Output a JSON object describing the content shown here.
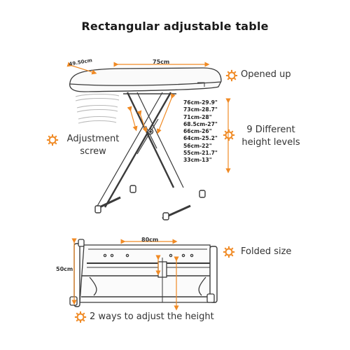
{
  "title": "Rectangular adjustable table",
  "dimensions": {
    "top_width": "75cm",
    "top_depth": "49.50cm",
    "folded_width": "80cm",
    "folded_depth": "50cm"
  },
  "callouts": {
    "opened": "Opened up",
    "adjustment_line1": "Adjustment",
    "adjustment_line2": "screw",
    "levels_line1": "9 Different",
    "levels_line2": "height levels",
    "folded": "Folded size",
    "two_ways": "2 ways to adjust the height"
  },
  "height_levels": [
    "76cm-29.9\"",
    "73cm-28.7\"",
    "71cm-28\"",
    "68.5cm-27\"",
    "66cm-26\"",
    "64cm-25.2\"",
    "56cm-22\"",
    "55cm-21.7\"",
    "33cm-13\""
  ],
  "colors": {
    "accent": "#f08a24",
    "line": "#3a3a3a",
    "text": "#222222"
  },
  "icons": {
    "gear": "gear-icon"
  }
}
